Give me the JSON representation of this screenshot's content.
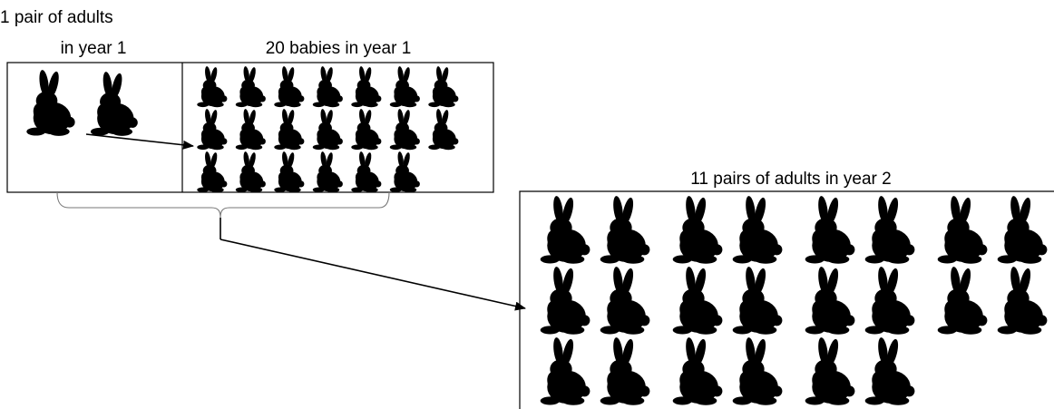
{
  "labels": {
    "adults_year1_line1": "1 pair of adults",
    "adults_year1_line2": "in year 1",
    "babies_year1": "20 babies in year 1",
    "adults_year2": "11 pairs of adults in year 2"
  },
  "groups": {
    "adult_pairs_year1": 1,
    "babies_year1": 20,
    "adult_pairs_year2": 11
  },
  "colors": {
    "rabbit": "#000000",
    "line": "#000000",
    "brace": "#777777"
  },
  "icon": "rabbit-silhouette-icon"
}
